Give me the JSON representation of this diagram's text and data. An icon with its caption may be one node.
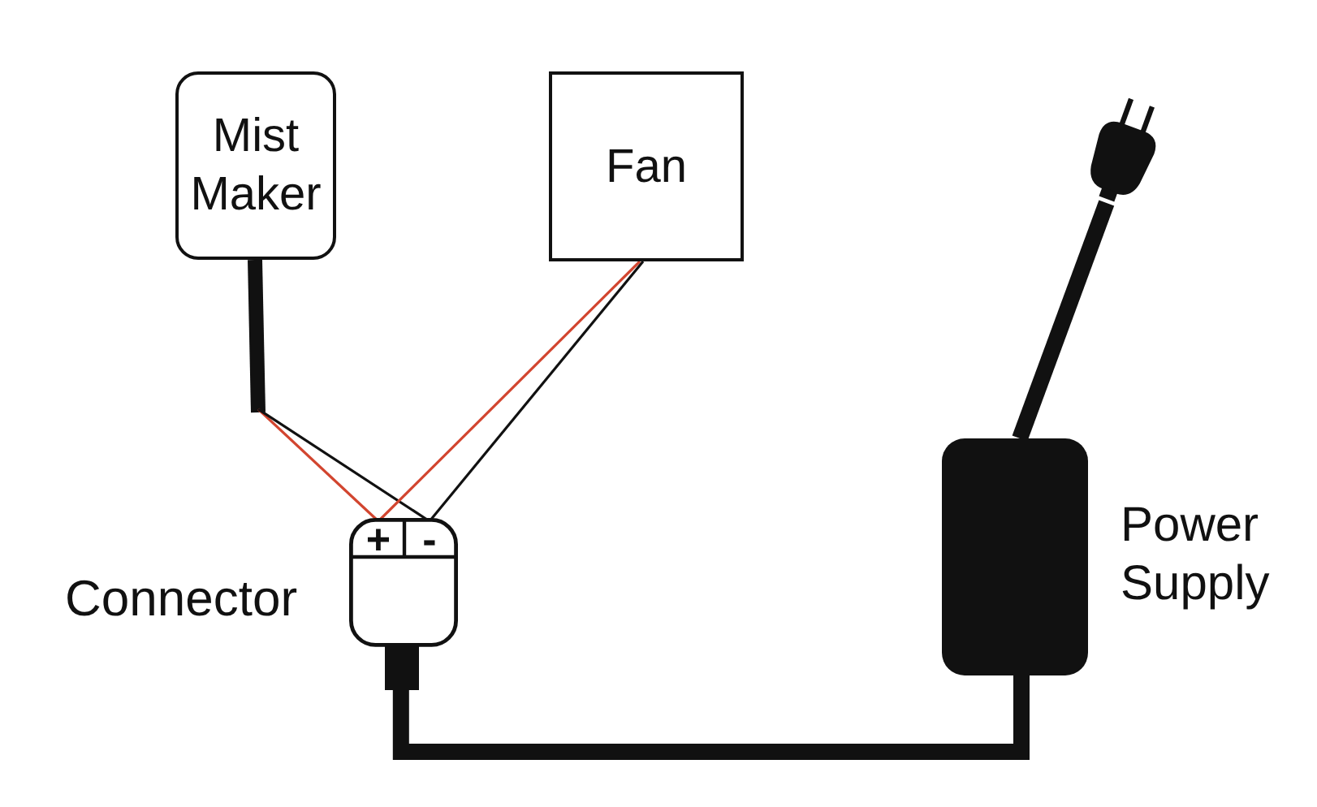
{
  "diagram": {
    "nodes": [
      {
        "text": [
          "Mist Maker"
        ]
      },
      {
        "text": [
          "Fan"
        ]
      },
      {
        "text": [
          "Connector"
        ]
      },
      {
        "text": [
          "+"
        ],
        "in": 2
      },
      {
        "text": [
          "-"
        ],
        "in": 2
      },
      {
        "text": [
          "Power Supply"
        ]
      },
      {
        "text": [],
        "shape": "picture"
      }
    ],
    "edges": [
      {
        "from": 0,
        "to": 3,
        "arrow": "none",
        "color": "#d2452f"
      },
      {
        "from": 0,
        "to": 4,
        "arrow": "none"
      },
      {
        "from": 1,
        "to": 3,
        "arrow": "none",
        "color": "#d2452f"
      },
      {
        "from": 1,
        "to": 4,
        "arrow": "none"
      },
      {
        "from": 2,
        "to": 5,
        "arrow": "none",
        "style": "thick"
      },
      {
        "from": 5,
        "to": 6,
        "arrow": "none",
        "style": "thick"
      }
    ]
  }
}
